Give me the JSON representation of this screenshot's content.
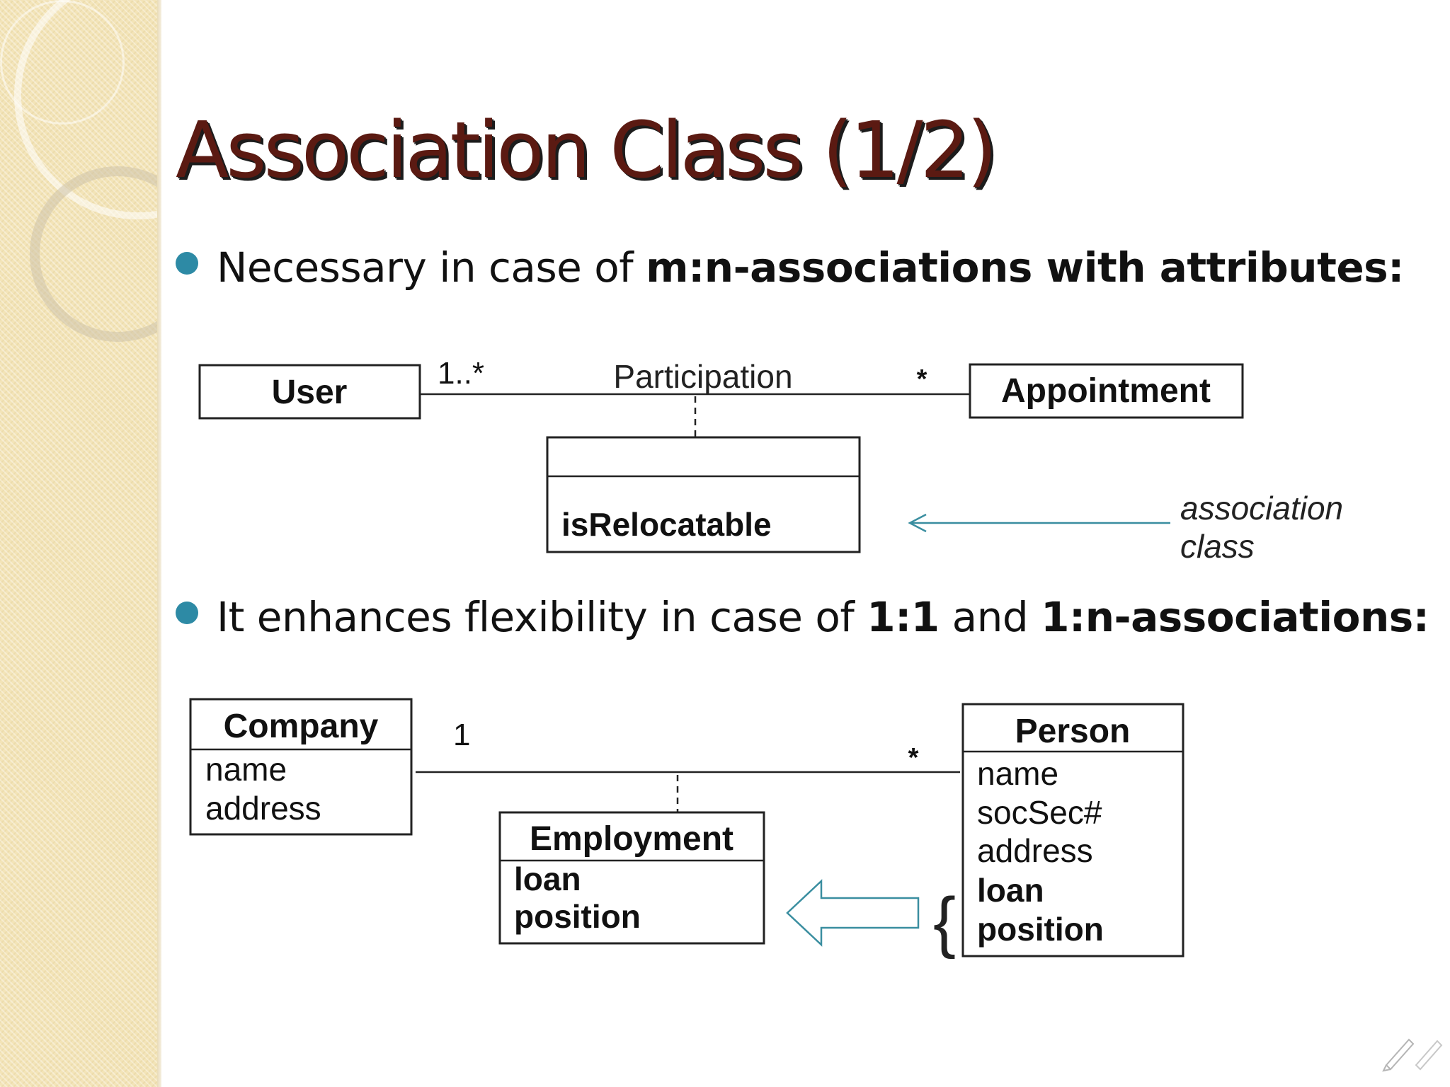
{
  "title": "Association Class (1/2)",
  "bullets": [
    {
      "text": "Necessary in case of ",
      "bold": "m:n-associations with attributes:"
    },
    {
      "text1": "It enhances flexibility in case of ",
      "bold1": "1:1",
      "text2": " and ",
      "bold2": "1:n-associations:"
    }
  ],
  "diagram1": {
    "left_class": "User",
    "right_class": "Appointment",
    "association": "Participation",
    "left_multiplicity": "1..*",
    "right_multiplicity": "*",
    "assoc_class_attribute": "isRelocatable",
    "annotation_line1": "association",
    "annotation_line2": "class"
  },
  "diagram2": {
    "left_class": "Company",
    "left_attrs": [
      "name",
      "address"
    ],
    "left_multiplicity": "1",
    "right_multiplicity": "*",
    "right_class": "Person",
    "right_attrs_plain": [
      "name",
      "socSec#",
      "address"
    ],
    "right_attrs_bold": [
      "loan",
      "position"
    ],
    "assoc_class": "Employment",
    "assoc_attrs": [
      "loan",
      "position"
    ],
    "brace": "{"
  },
  "colors": {
    "title": "#5b1a12",
    "bullet": "#2d8aa5",
    "arrow": "#3a8ea0"
  }
}
